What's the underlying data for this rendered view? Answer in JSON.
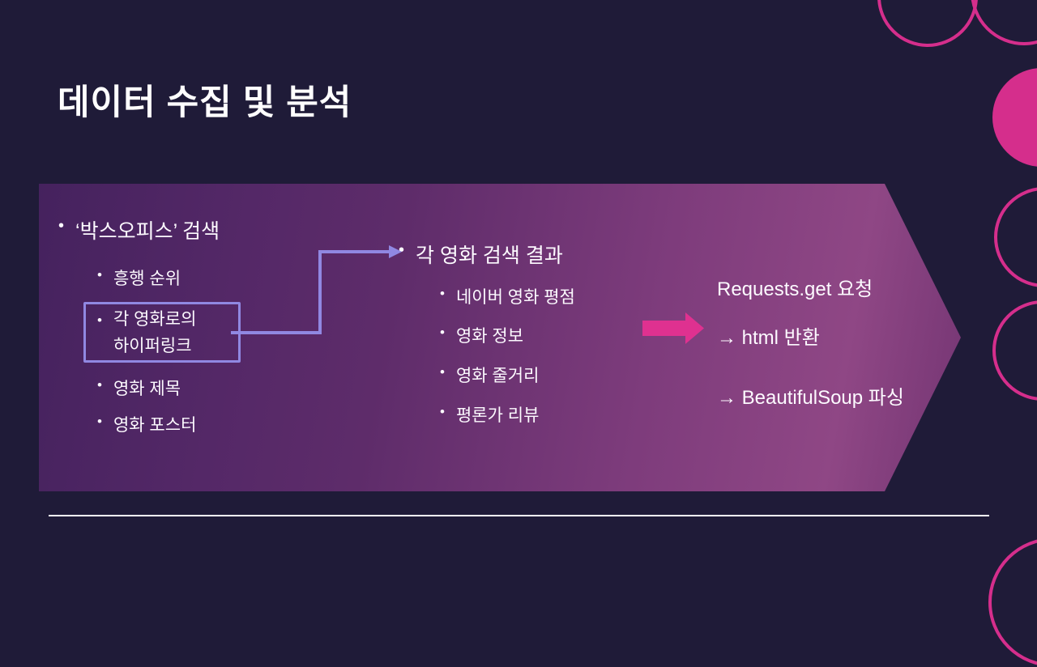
{
  "slide": {
    "title": "데이터 수집 및 분석"
  },
  "glyphs": {
    "bullet": "•"
  },
  "flow": {
    "source": {
      "heading": "‘박스오피스’ 검색",
      "item_rank": "흥행 순위",
      "item_hyperlink_line1": "각 영화로의",
      "item_hyperlink_line2": "하이퍼링크",
      "item_movie_title": "영화 제목",
      "item_movie_poster": "영화 포스터"
    },
    "result": {
      "heading": "각 영화 검색 결과",
      "items": [
        "네이버 영화 평점",
        "영화 정보",
        "영화 줄거리",
        "평론가 리뷰"
      ]
    },
    "process": {
      "lines": [
        "Requests.get 요청",
        "→ html 반환",
        "→ BeautifulSoup 파싱"
      ]
    }
  },
  "colors": {
    "background": "#1f1b38",
    "accent_pink": "#d52e8c",
    "connector_purple": "#9088e2",
    "block_arrow_pink": "#df3190",
    "chevron_gradient_start": "#45225e",
    "chevron_gradient_end": "#743573"
  }
}
